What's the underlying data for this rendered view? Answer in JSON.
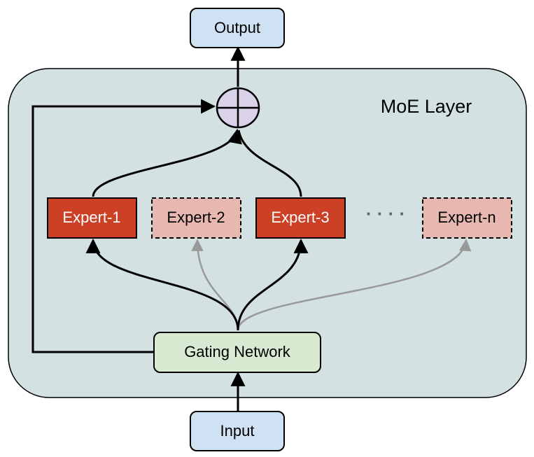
{
  "layer": {
    "label": "MoE Layer",
    "fill": "#d3e1e2"
  },
  "nodes": {
    "output": {
      "label": "Output"
    },
    "input": {
      "label": "Input"
    },
    "gating": {
      "label": "Gating Network"
    },
    "experts": [
      {
        "label": "Expert-1",
        "state": "active"
      },
      {
        "label": "Expert-2",
        "state": "inactive"
      },
      {
        "label": "Expert-3",
        "state": "active"
      },
      {
        "label": "Expert-n",
        "state": "inactive"
      }
    ],
    "ellipsis": "· · · ·",
    "combiner": {
      "icon": "circle-plus-icon"
    }
  },
  "colors": {
    "io_fill": "#cfe2f3",
    "gating_fill": "#d9ead3",
    "active_expert_fill": "#cc4125",
    "inactive_expert_fill": "#e6b8af",
    "combiner_fill": "#d9d2e9",
    "active_edge": "#000000",
    "inactive_edge": "#999999"
  }
}
